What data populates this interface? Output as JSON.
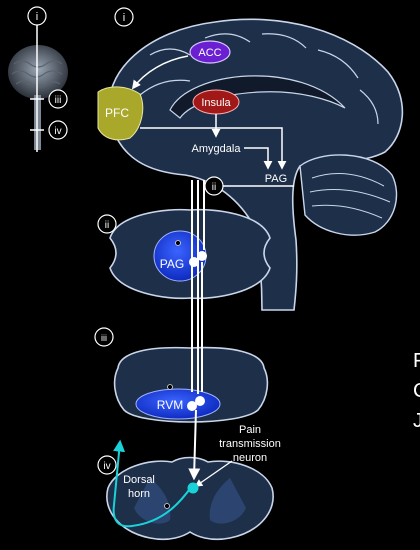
{
  "markers": {
    "i": "i",
    "ii": "ii",
    "iii": "iii",
    "iv": "iv"
  },
  "regions": {
    "acc": "ACC",
    "pfc": "PFC",
    "insula": "Insula",
    "amygdala": "Amygdala",
    "pag_brain": "PAG",
    "pag_section": "PAG",
    "rvm": "RVM",
    "dorsal_horn_line1": "Dorsal",
    "dorsal_horn_line2": "horn",
    "pain_line1": "Pain",
    "pain_line2": "transmission",
    "pain_line3": "neuron"
  },
  "edge_text": {
    "line1": "F",
    "line2": "C",
    "line3": "J"
  },
  "colors": {
    "background": "#000000",
    "tissue": "#1e2f4a",
    "tissue_outline": "#c9d6ea",
    "acc": "#6a1fd0",
    "pfc": "#a9a82a",
    "insula": "#a01818",
    "nucleus": "#1b3fe0",
    "pathway": "#ffffff",
    "ascending": "#19d3d9"
  }
}
